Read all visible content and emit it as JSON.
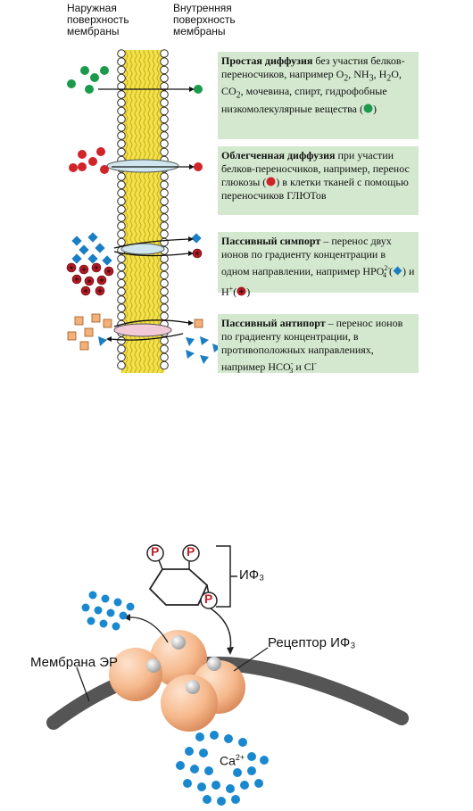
{
  "headers": {
    "outer": [
      "Наружная",
      "поверхность",
      "мембраны"
    ],
    "inner": [
      "Внутренняя",
      "поверхность",
      "мембраны"
    ]
  },
  "boxes": [
    {
      "title": "Простая диффузия",
      "text_1": " без участия белков-переносчиков, например  O",
      "sub_1": "2",
      "text_2": ", NH",
      "sub_2": "3",
      "text_3": ", H",
      "sub_3": "2",
      "text_4": "O, CO",
      "sub_4": "2",
      "text_5": ", мочевина, спирт, гидрофобные низкомолекулярные вещества (",
      "text_6": ")"
    },
    {
      "title": "Облегченная диффузия",
      "text_1": " при участии белков-переносчиков, например, перенос глюкозы (",
      "text_2": ") в клетки тканей с помощью переносчиков ГЛЮТов"
    },
    {
      "title": "Пассивный симпорт",
      "text_1": " – перенос двух ионов по градиенту концентрации в одном направлении, например  HPO",
      "sup_1": "2-",
      "sub_1": "4",
      "text_2": " (",
      "text_3": ") и H",
      "sup_2": "+",
      "text_4": "(",
      "text_5": ")"
    },
    {
      "title": "Пассивный антипорт",
      "text_1": " – перенос ионов по градиенту концентрации, в противоположных направлениях, например  HCO",
      "sup_1": "-",
      "sub_1": "3",
      "text_2": "  и Cl",
      "sup_2": "-"
    }
  ],
  "lower": {
    "p_label": "P",
    "ip3_label": "ИФ₃",
    "receptor_label": "Рецептор ИФ₃",
    "membrane_label": "Мембрана ЭР",
    "ca_label": "Ca",
    "ca_sup": "2+"
  },
  "colors": {
    "box_bg": "#d4e8cf",
    "green_molecule": "#1a9a4a",
    "red_molecule": "#d0232a",
    "blue_ion": "#1a7ec4",
    "orange_ion": "#f3b07a",
    "bilayer_yellow": "#f2e24a",
    "receptor_orange": "#f6b98c",
    "er_membrane": "#555555",
    "ca_blue": "#1a88cf"
  }
}
